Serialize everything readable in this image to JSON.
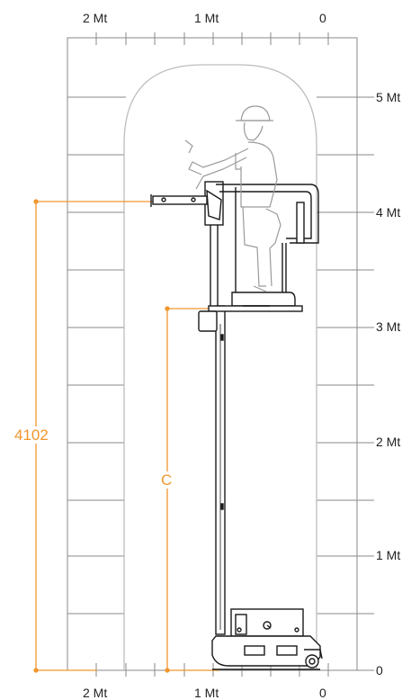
{
  "top_scale": {
    "left": "2 Mt",
    "mid": "1 Mt",
    "right": "0"
  },
  "bottom_scale": {
    "left": "2 Mt",
    "mid": "1 Mt",
    "right": "0"
  },
  "right_scale": [
    "5 Mt",
    "4 Mt",
    "3 Mt",
    "2 Mt",
    "1 Mt",
    "0"
  ],
  "dimensions": {
    "platform_height": "4102",
    "reach": "C"
  },
  "colors": {
    "grid": "#8a8a8a",
    "dimension": "#f0962c",
    "machine": "#1a1a1a",
    "operator": "#9a9a9a",
    "envelope": "#bdbdbd"
  }
}
